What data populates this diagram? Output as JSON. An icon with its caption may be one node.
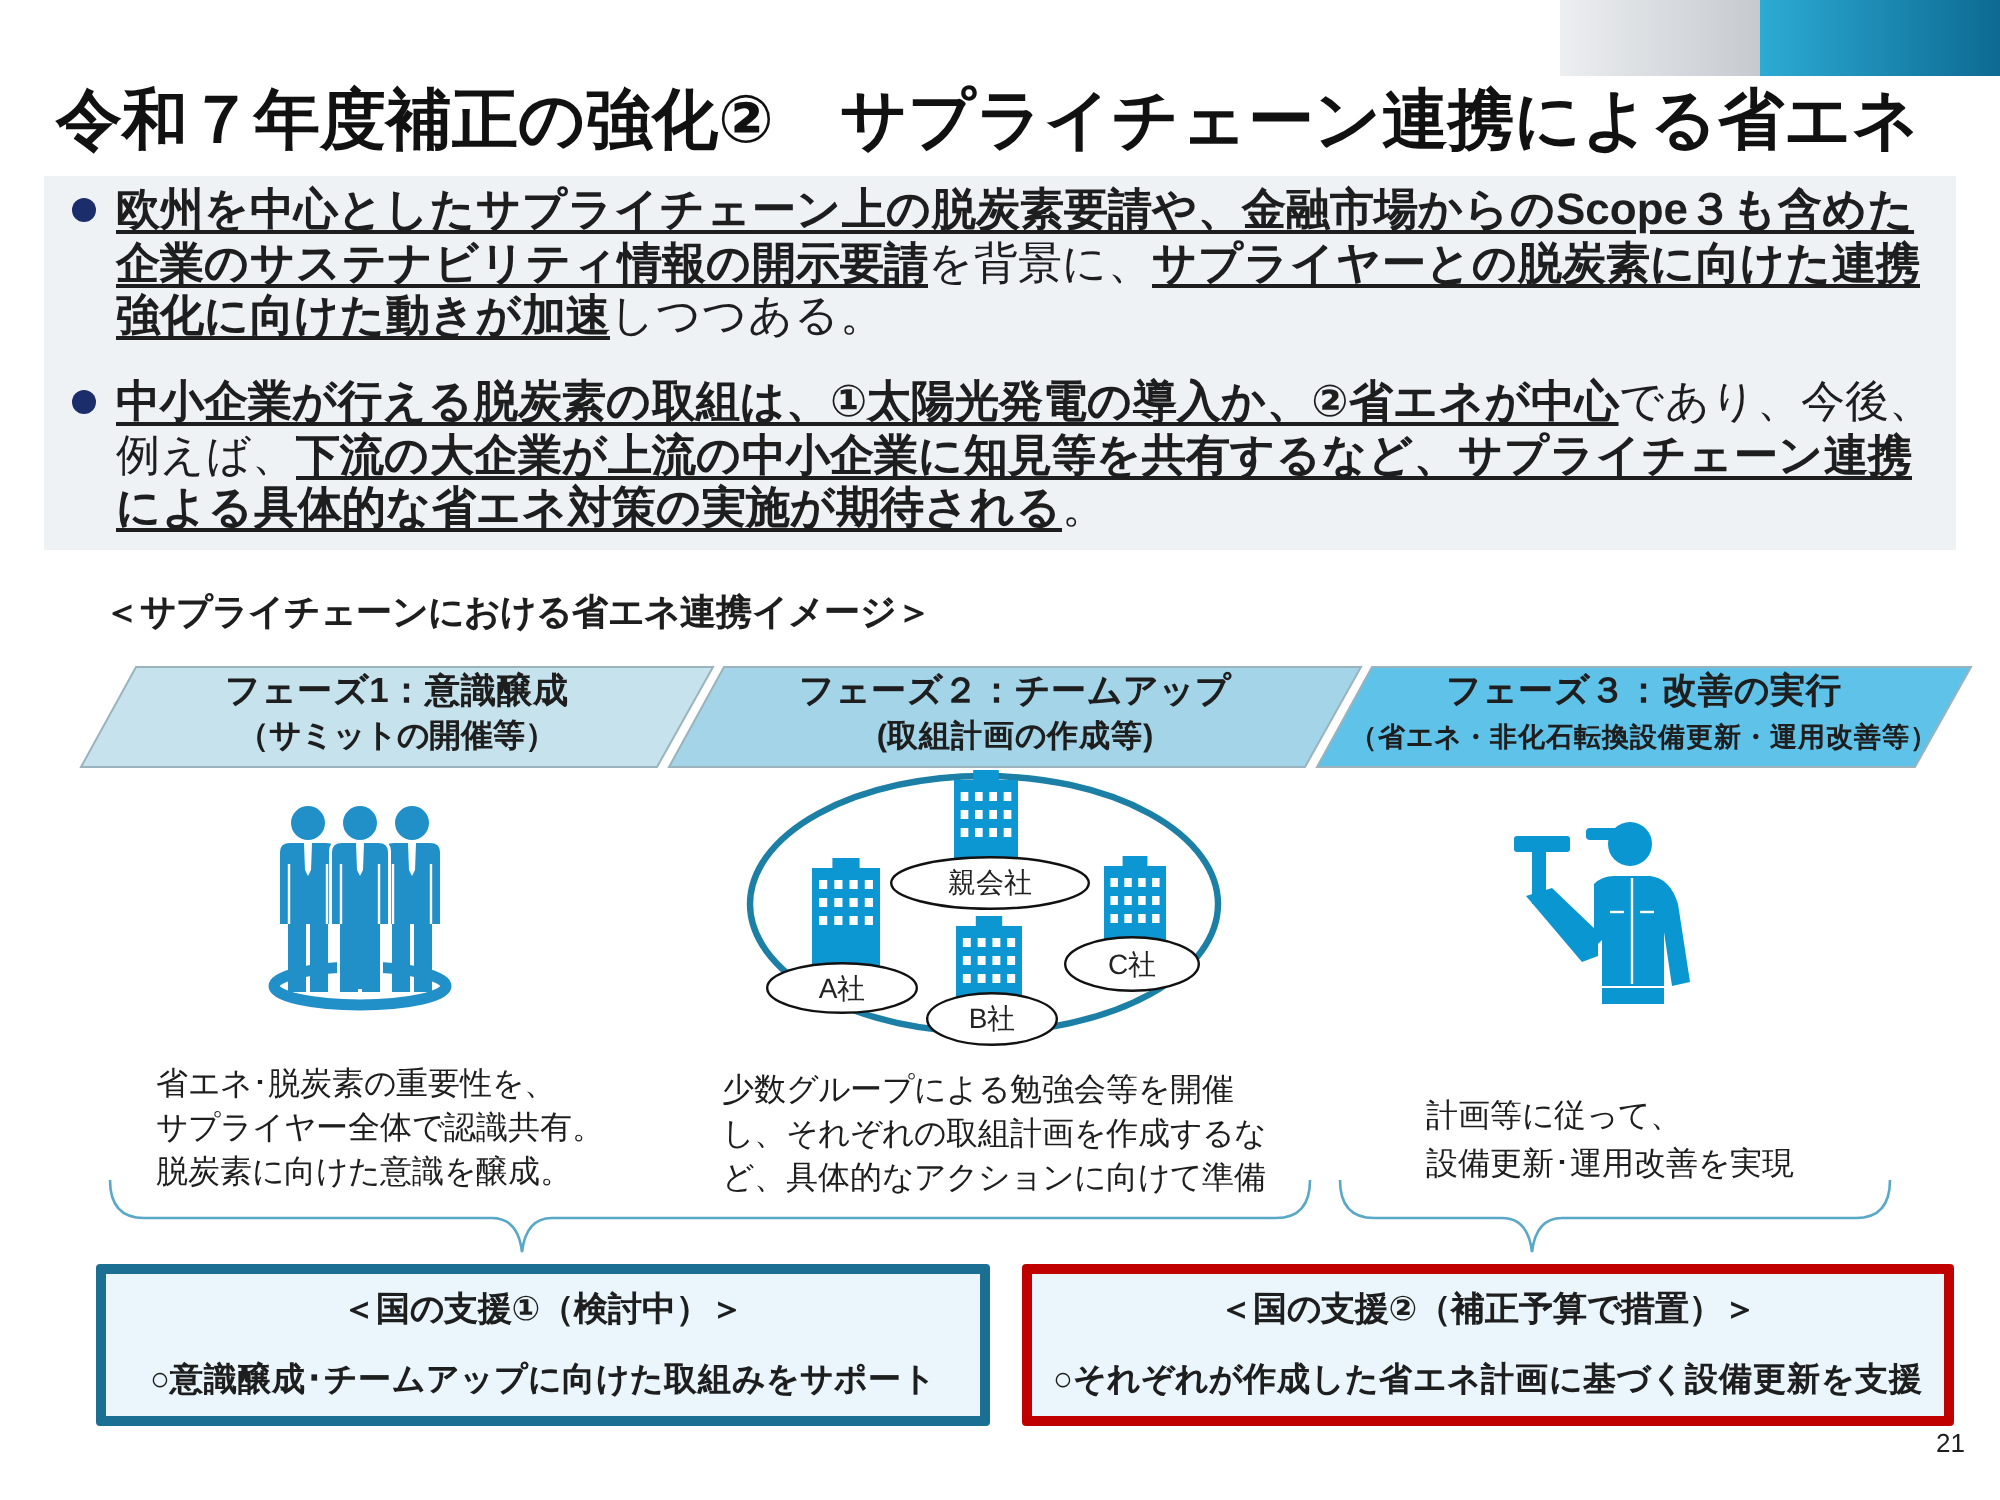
{
  "diagram": {
    "title": "令和７年度補正の強化②　サプライチェーン連携による省エネ",
    "nodes": [
      {
        "text": [
          "フェーズ1：意識醸成",
          "（サミットの開催等）"
        ]
      },
      {
        "text": [
          "フェーズ２：チームアップ",
          "(取組計画の作成等)"
        ]
      },
      {
        "text": [
          "フェーズ３：改善の実行",
          "（省エネ・非化石転換設備更新・運用改善等）"
        ]
      },
      {
        "text": [],
        "shape": "circle"
      },
      {
        "text": [
          "親会社"
        ],
        "in": 3
      },
      {
        "text": [
          "A社"
        ],
        "in": 3
      },
      {
        "text": [
          "C社"
        ],
        "in": 3
      },
      {
        "text": [
          "B社"
        ],
        "in": 3
      },
      {
        "text": [
          "＜国の支援①（検討中）＞",
          "○意識醸成･チームアップに向けた取組みをサポート"
        ]
      },
      {
        "text": [
          "＜国の支援②（補正予算で措置）＞",
          "○それぞれが作成した省エネ計画に基づく設備更新を支援"
        ]
      }
    ],
    "labels": [
      "**欧州を中心としたサプライチェーン上の脱炭素要請や、金融市場からのScope３も含めた企業のサステナビリティ情報の開示要請**を背景に、**サプライヤーとの脱炭素に向けた連携強化に向けた動きが加速**しつつある。",
      "**中小企業が行える脱炭素の取組は、①太陽光発電の導入か、②省エネが中心**であり、今後、例えば、**下流の大企業が上流の中小企業に知見等を共有するなど、サプライチェーン連携による具体的な省エネ対策の実施が期待される**。",
      "＜サプライチェーンにおける省エネ連携イメージ＞",
      "省エネ･脱炭素の重要性を、サプライヤー全体で認識共有。脱炭素に向けた意識を醸成。",
      "少数グループによる勉強会等を開催し、それぞれの取組計画を作成するなど、具体的なアクションに向けて準備",
      "計画等に従って、設備更新･運用改善を実現",
      "21"
    ]
  }
}
